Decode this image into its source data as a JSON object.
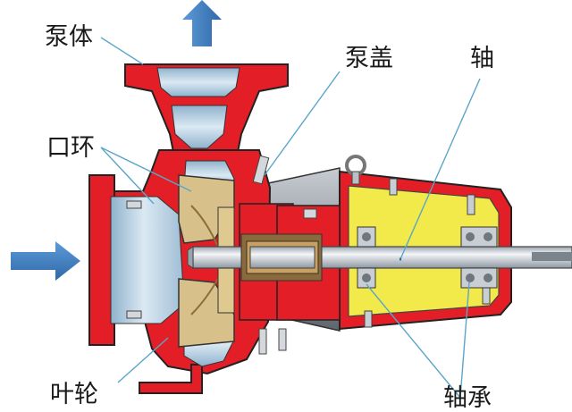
{
  "labels": {
    "pump_body": "泵体",
    "pump_cover": "泵盖",
    "shaft": "轴",
    "wear_ring": "口环",
    "impeller": "叶轮",
    "bearing": "轴承"
  },
  "colors": {
    "casing_red": "#e41e26",
    "fluid_blue": "#b7d2e4",
    "shaft_silver": "#d5d9de",
    "impeller_tan": "#d8c08a",
    "bearing_yellow": "#f2e94a",
    "bracket_gray": "#9aa0a8",
    "arrow_blue": "#3f7fc3",
    "leader_line": "#5aa6c8"
  },
  "icons": {
    "inlet_arrow": "arrow-right-icon",
    "outlet_arrow": "arrow-up-icon"
  }
}
